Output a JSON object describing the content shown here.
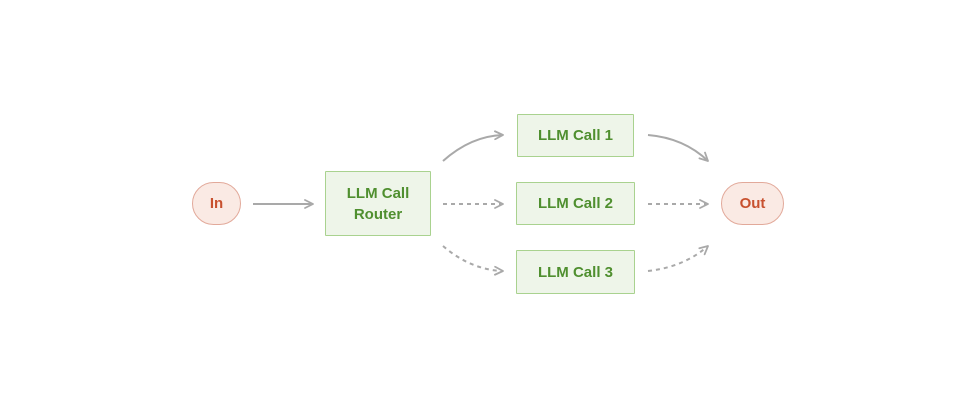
{
  "diagram": {
    "in": {
      "label": "In"
    },
    "router": {
      "label": "LLM Call\nRouter"
    },
    "call1": {
      "label": "LLM Call 1"
    },
    "call2": {
      "label": "LLM Call 2"
    },
    "call3": {
      "label": "LLM Call 3"
    },
    "out": {
      "label": "Out"
    }
  },
  "colors": {
    "terminal_fill": "#faeae4",
    "terminal_border": "#e2a99a",
    "terminal_text": "#c8512f",
    "llm_fill": "#eef5e9",
    "llm_border": "#a9d28f",
    "llm_text": "#4f8f2f",
    "edge": "#a9a9a9"
  }
}
